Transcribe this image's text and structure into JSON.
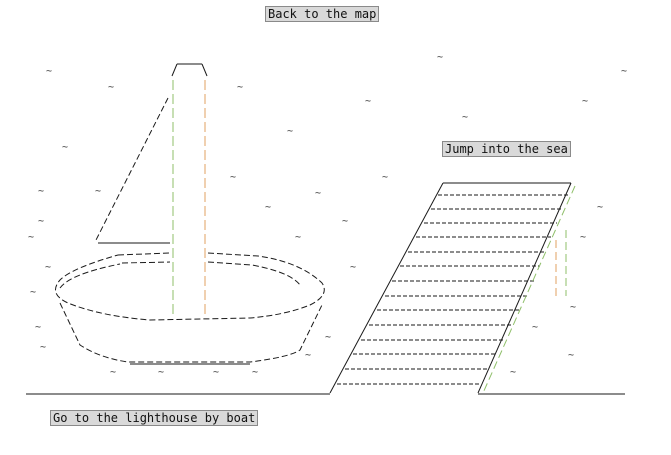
{
  "buttons": {
    "back_to_map": "Back to the map",
    "jump_into_sea": "Jump into the sea",
    "lighthouse_by_boat": "Go to the lighthouse by boat"
  },
  "wave_glyph": "~",
  "colors": {
    "background": "#ffffff",
    "ink": "#1a1a1a",
    "mast_green": "#8fbf6a",
    "mast_orange": "#e0a060",
    "button_bg": "#d9d9d9"
  }
}
